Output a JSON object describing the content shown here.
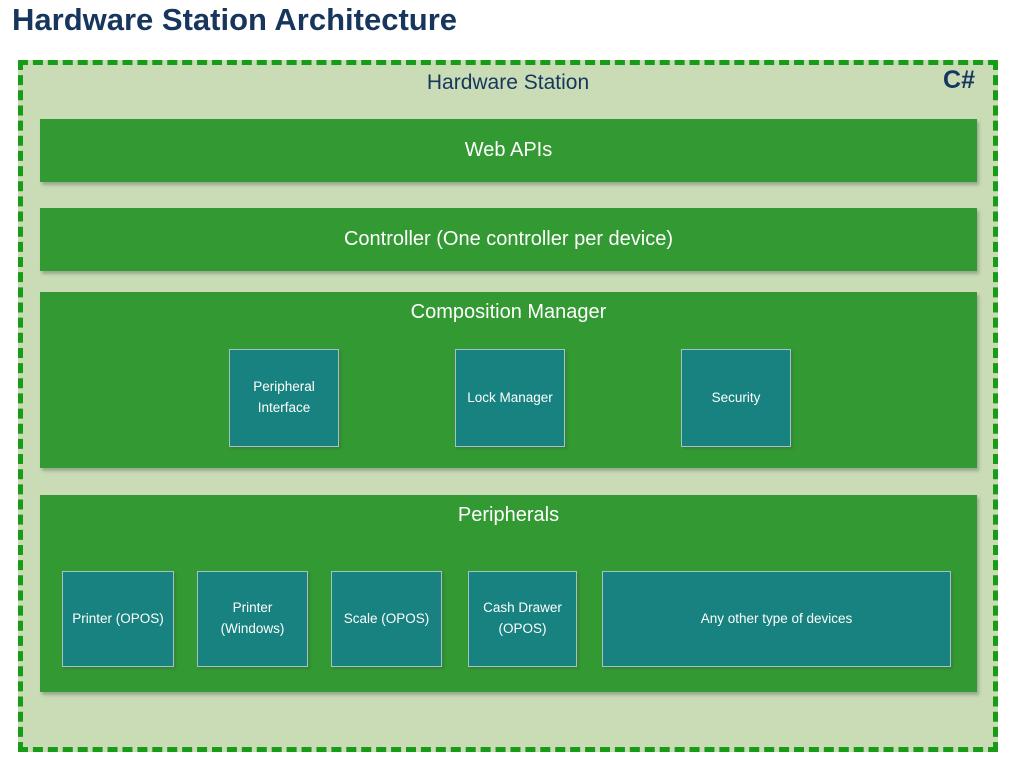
{
  "page": {
    "title": "Hardware Station Architecture"
  },
  "station": {
    "label": "Hardware Station",
    "language_badge": "C#",
    "layers": {
      "web_apis": "Web APIs",
      "controller": "Controller (One controller per device)",
      "composition_manager": {
        "title": "Composition Manager",
        "components": [
          "Peripheral Interface",
          "Lock Manager",
          "Security"
        ]
      },
      "peripherals": {
        "title": "Peripherals",
        "devices": [
          "Printer (OPOS)",
          "Printer (Windows)",
          "Scale (OPOS)",
          "Cash Drawer (OPOS)",
          "Any other type of devices"
        ]
      }
    }
  },
  "colors": {
    "title_navy": "#17365d",
    "dashed_border_green": "#169c16",
    "station_background": "#c9dcb6",
    "layer_green": "#339933",
    "component_teal": "#17827f",
    "text_white": "#ffffff"
  }
}
